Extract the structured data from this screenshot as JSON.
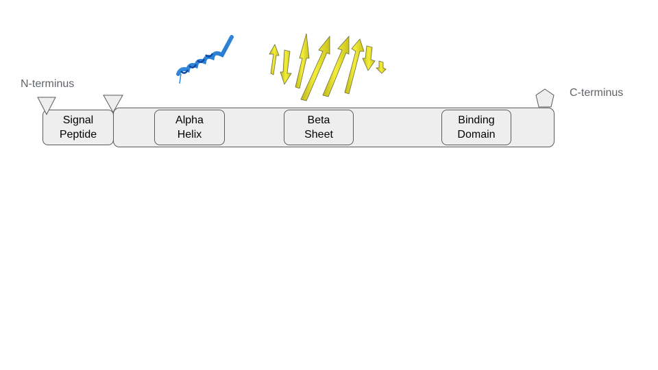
{
  "diagram": {
    "n_terminus": {
      "label": "N-terminus"
    },
    "c_terminus": {
      "label": "C-terminus"
    },
    "signal_peptide": {
      "label": "Signal\nPeptide"
    },
    "domains": [
      {
        "label": "Alpha\nHelix"
      },
      {
        "label": "Beta\nSheet"
      },
      {
        "label": "Binding\nDomain"
      }
    ],
    "structures": [
      {
        "name": "alpha-helix-ribbon",
        "color": "#1e88e5"
      },
      {
        "name": "beta-sheet-arrows",
        "color": "#e8e22a"
      }
    ],
    "colors": {
      "box_fill": "#eeeeee",
      "box_stroke": "#595959",
      "label_text": "#5f6368"
    }
  }
}
